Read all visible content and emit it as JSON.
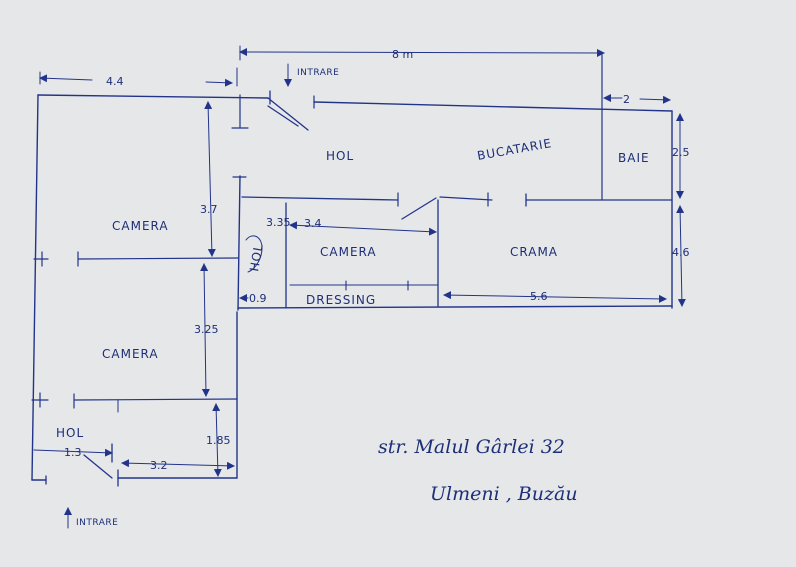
{
  "rooms": {
    "hol_top": "HOL",
    "bucatarie": "BUCATARIE",
    "baie": "BAIE",
    "camera_left_top": "CAMERA",
    "camera_middle": "CAMERA",
    "crama": "CRAMA",
    "camera_left_bottom": "CAMERA",
    "dressing": "DRESSING",
    "hol_bottom": "HOL",
    "hol_vertical": "HOL"
  },
  "entrances": {
    "top": "INTRARE",
    "bottom": "INTRARE"
  },
  "dimensions": {
    "top_left_width": "4.4",
    "top_total_width": "8 m",
    "baie_width": "2",
    "baie_height": "2.5",
    "crama_height": "4.6",
    "crama_width": "5.6",
    "camera_upper_height": "3.7",
    "camera_lower_height": "3.25",
    "hol_bottom_height": "1.85",
    "camera_middle_width": "3.4",
    "camera_middle_height": "3.35",
    "hol_vertical_width": "0.9",
    "hol_bottom_width": "1.3",
    "bottom_right_width": "3.2"
  },
  "address": {
    "line1": "str. Malul Gârlei 32",
    "line2": "Ulmeni , Buzău"
  },
  "colors": {
    "paper": "#e6e7e9",
    "ink": "#22348a"
  }
}
